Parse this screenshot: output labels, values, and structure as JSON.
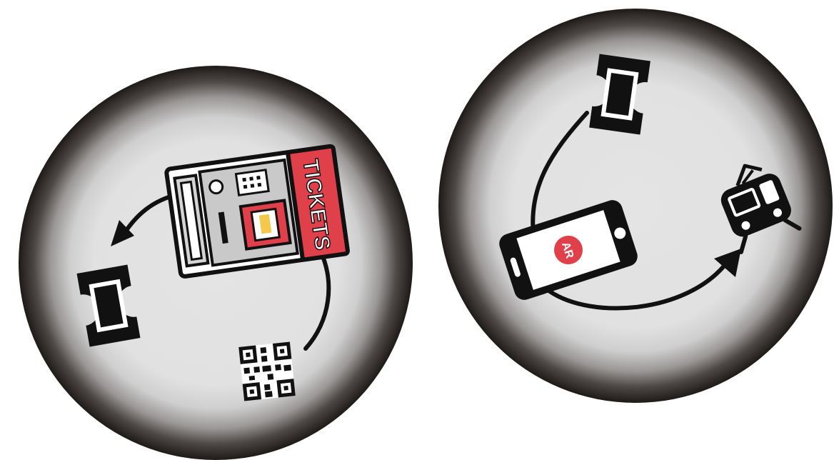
{
  "scenes": {
    "left": {
      "name": "ticket-machine-scene",
      "machine_label": "TICKETS",
      "icons": [
        "ticket-machine-icon",
        "ticket-icon",
        "qr-code-icon",
        "arrow-icon"
      ]
    },
    "right": {
      "name": "mobile-ticket-scene",
      "phone_badge": "AR",
      "icons": [
        "ticket-icon",
        "smartphone-icon",
        "train-icon",
        "arrow-icon"
      ]
    }
  },
  "colors": {
    "accent": "#e0404a",
    "ink": "#111111",
    "disc_center": "#e4e4e4",
    "disc_rim": "#1e1a18"
  }
}
